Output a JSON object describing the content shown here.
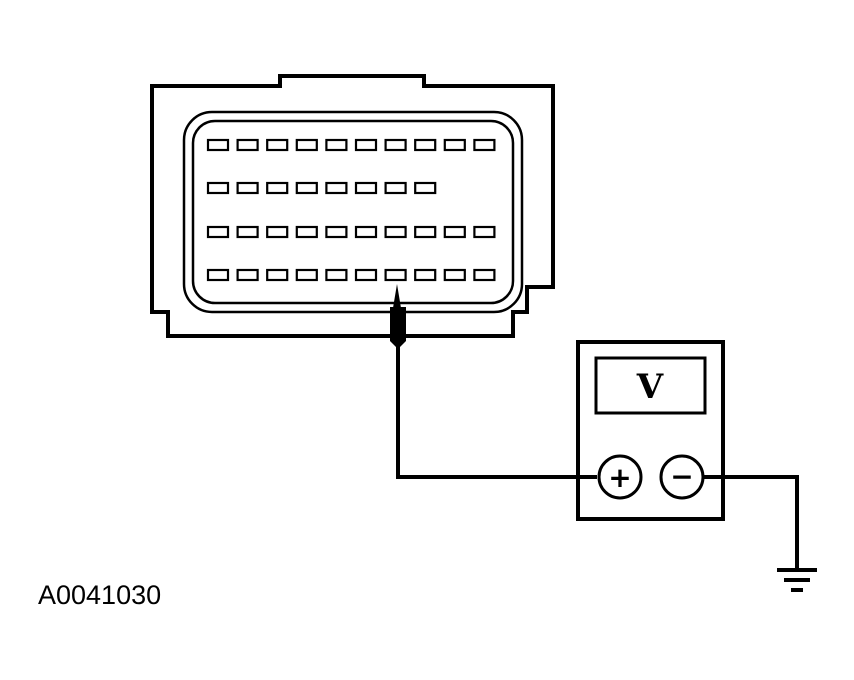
{
  "figure_id": "A0041030",
  "meter": {
    "display_label": "V",
    "positive_label": "+",
    "negative_label": "−"
  },
  "connector": {
    "rows": [
      10,
      8,
      10,
      10
    ],
    "probed_row": 4,
    "probed_pin": 7
  }
}
